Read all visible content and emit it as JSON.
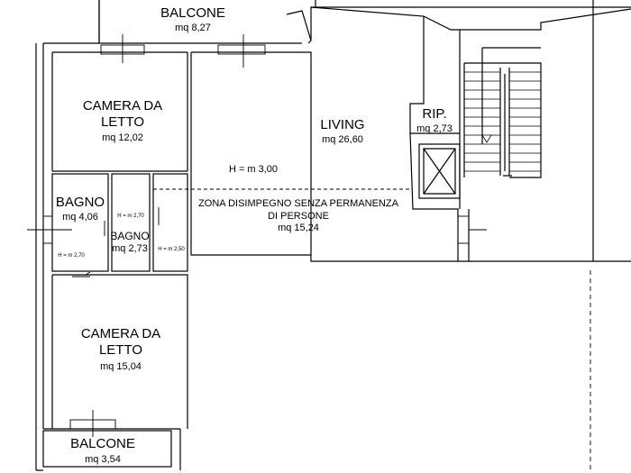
{
  "rooms": {
    "balcone_top": {
      "name": "BALCONE",
      "area": "mq 8,27"
    },
    "camera_top": {
      "name_line1": "CAMERA DA",
      "name_line2": "LETTO",
      "area": "mq 12,02"
    },
    "height_main": "H = m 3,00",
    "living": {
      "name": "LIVING",
      "area": "mq 26,60"
    },
    "rip": {
      "name": "RIP.",
      "area": "mq 2,73"
    },
    "zona": {
      "line1": "ZONA DISIMPEGNO SENZA PERMANENZA",
      "line2": "DI PERSONE",
      "area": "mq 15,24"
    },
    "bagno_1": {
      "name": "BAGNO",
      "area": "mq 4,06",
      "height": "H = m 2,70"
    },
    "bagno_2": {
      "name": "BAGNO",
      "area": "mq 2,73",
      "height": "H = m 2,70"
    },
    "corridor": {
      "height": "H = m 2,50"
    },
    "camera_bottom": {
      "name_line1": "CAMERA DA",
      "name_line2": "LETTO",
      "area": "mq 15,04"
    },
    "balcone_bottom": {
      "name": "BALCONE",
      "area": "mq 3,54"
    }
  }
}
